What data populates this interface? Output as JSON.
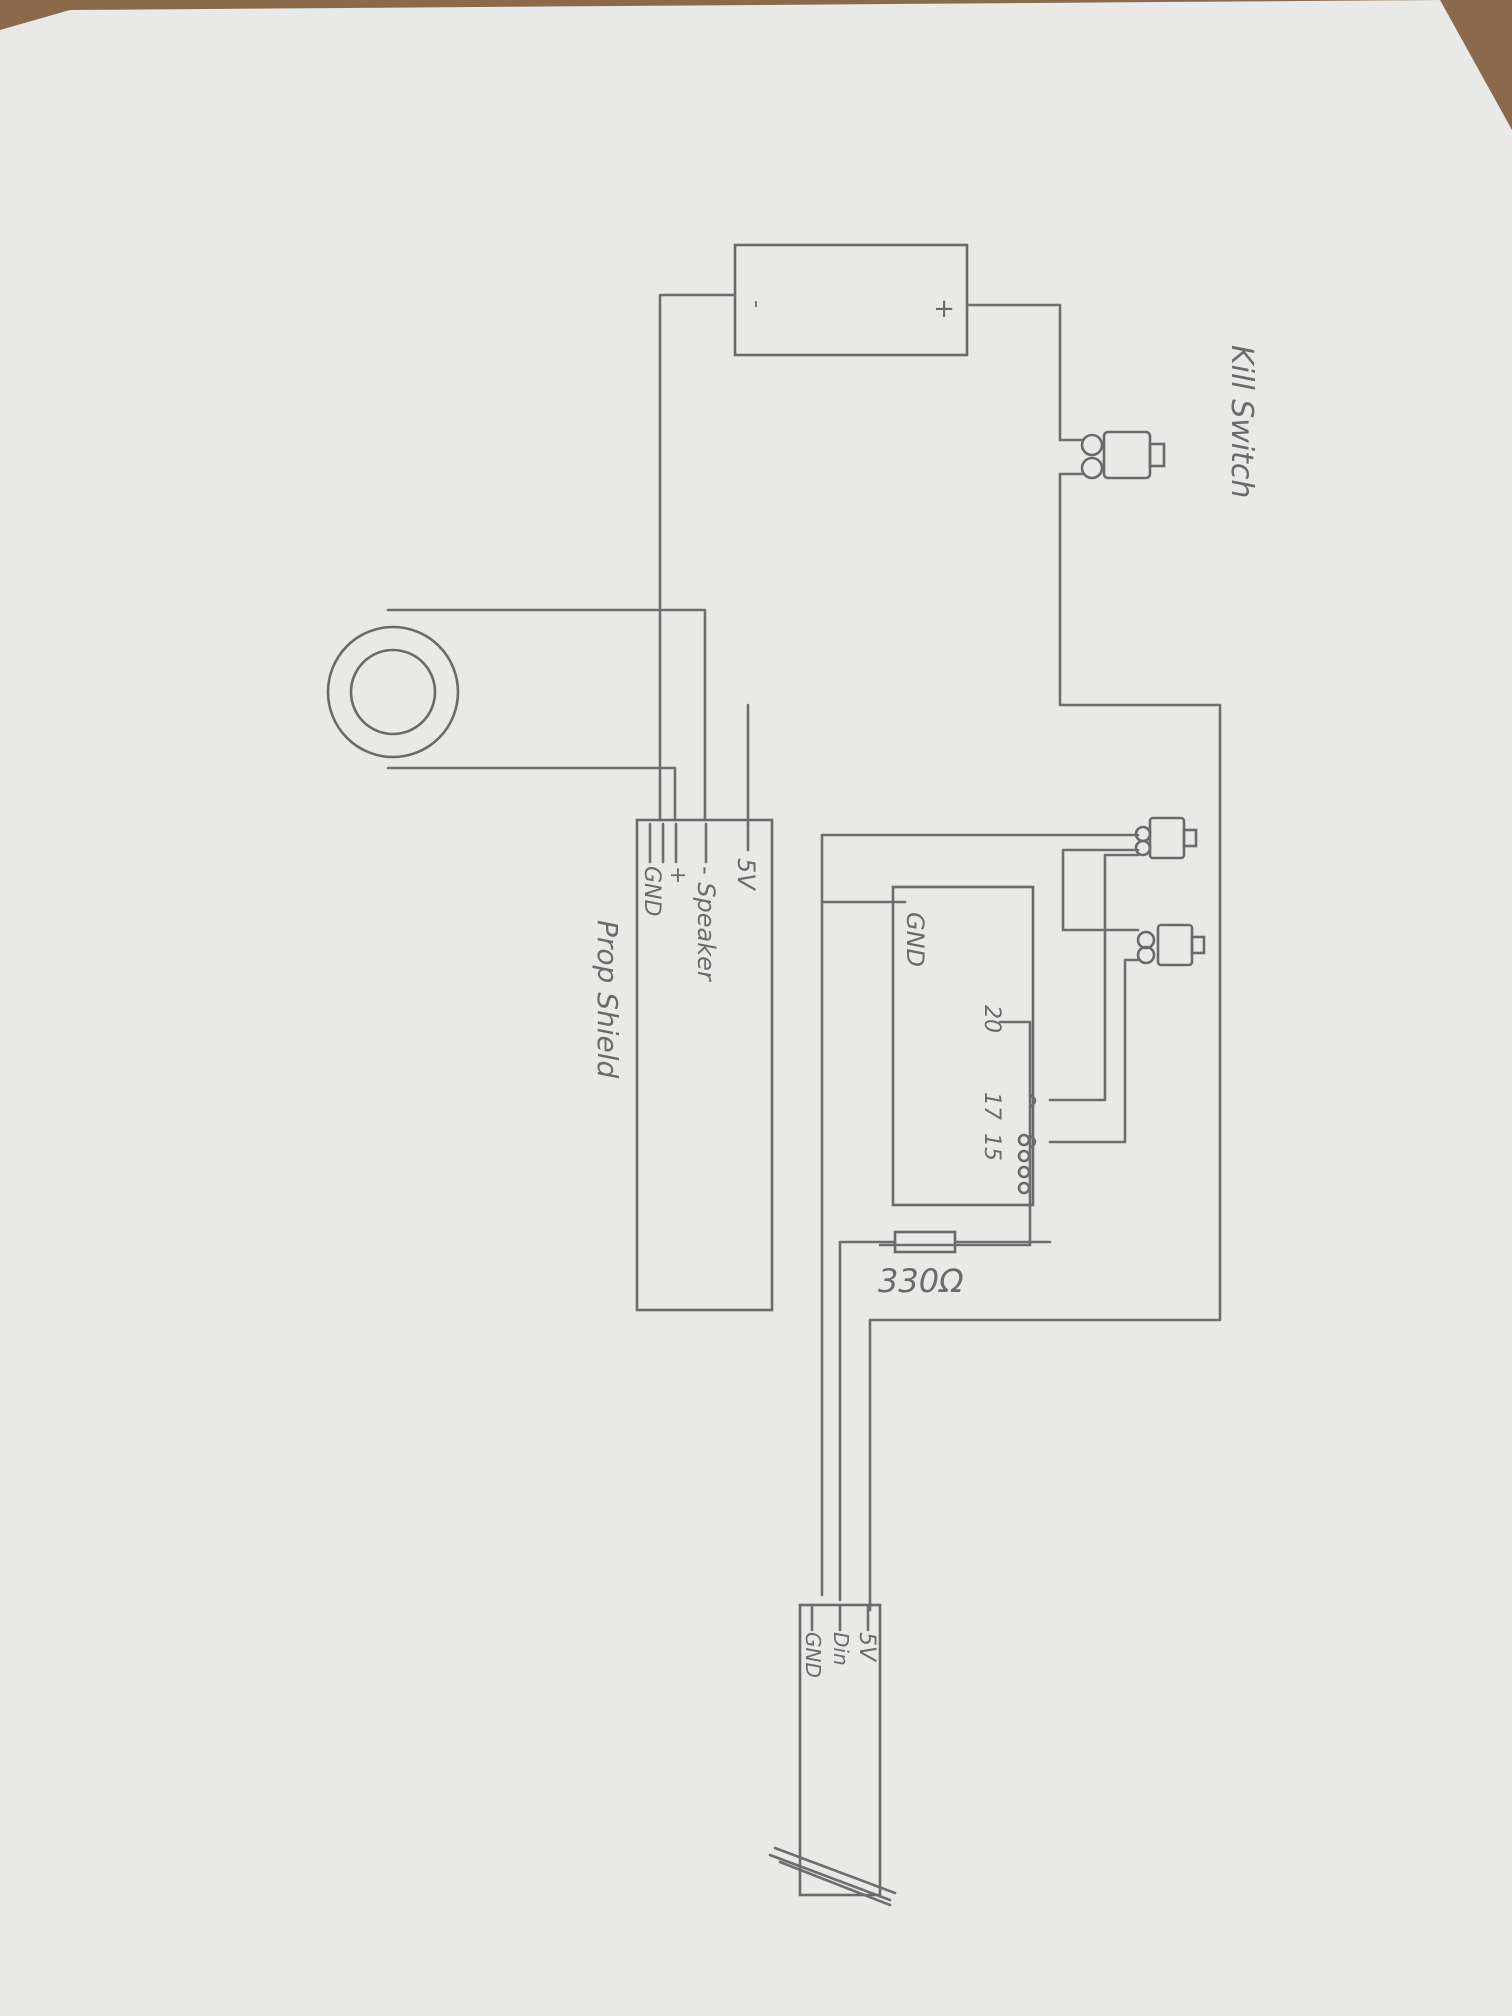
{
  "colors": {
    "table": "#8a6a4a",
    "paper": "#e9e9e7",
    "pencil": "#6a6a6a"
  },
  "labels": {
    "kill_switch": "Kill Switch",
    "prop_shield": "Prop Shield",
    "battery_minus": "-",
    "battery_plus": "+",
    "ps_5v": "5V",
    "ps_speaker": "- Speaker",
    "ps_plus": "+",
    "ps_gnd": "GND",
    "mcu_gnd": "GND",
    "pin_20": "20",
    "pin_17": "17",
    "pin_15": "15",
    "resistor": "330Ω",
    "strip_5v": "5V",
    "strip_din": "Din",
    "strip_gnd": "GND"
  }
}
